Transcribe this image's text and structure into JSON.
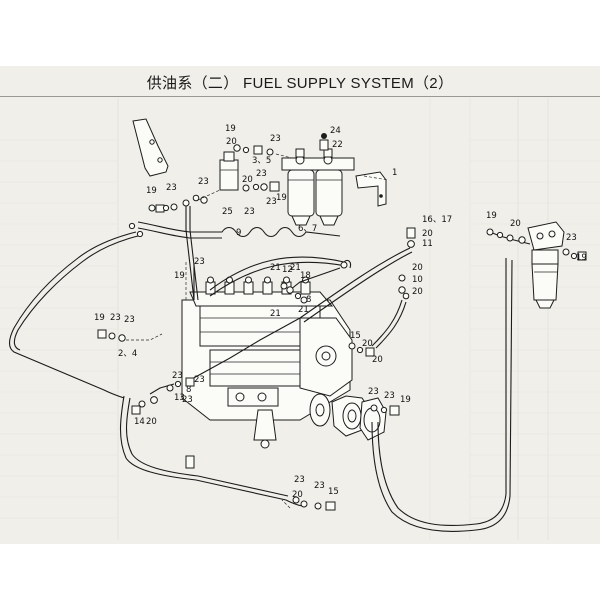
{
  "title": "供油系（二） FUEL SUPPLY SYSTEM（2）",
  "callouts": {
    "c1": "1",
    "c2_4": "2、4",
    "c3_5": "3、5",
    "c6_7": "6、7",
    "c8": "8",
    "c9": "9",
    "c10": "10",
    "c11": "11",
    "c12": "12",
    "c13": "13",
    "c14": "14",
    "c15": "15",
    "c16_17": "16、17",
    "c18": "18",
    "c19": "19",
    "c20": "20",
    "c21": "21",
    "c22": "22",
    "c23": "23",
    "c24": "24",
    "c25": "25",
    "c3": "3",
    "c5": "5",
    "c8b": "8"
  }
}
